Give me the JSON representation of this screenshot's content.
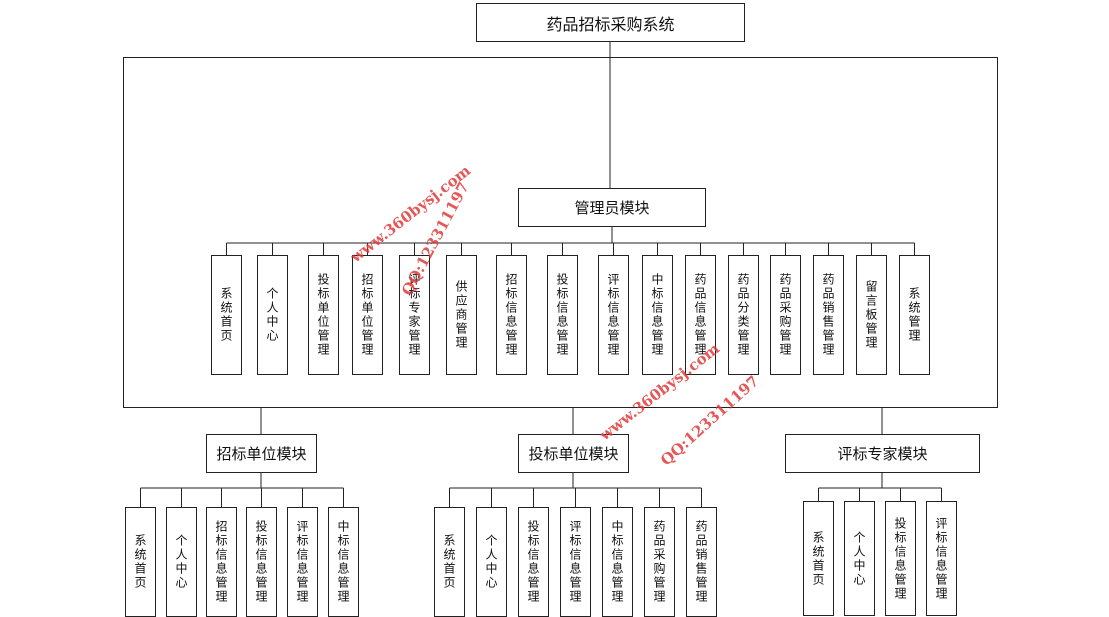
{
  "title": "药品招标采购系统",
  "admin": {
    "label": "管理员模块",
    "items": [
      "系统首页",
      "个人中心",
      "投标单位管理",
      "招标单位管理",
      "评标专家管理",
      "供应商管理",
      "招标信息管理",
      "投标信息管理",
      "评标信息管理",
      "中标信息管理",
      "药品信息管理",
      "药品分类管理",
      "药品采购管理",
      "药品销售管理",
      "留言板管理",
      "系统管理"
    ]
  },
  "modules": [
    {
      "label": "招标单位模块",
      "items": [
        "系统首页",
        "个人中心",
        "招标信息管理",
        "投标信息管理",
        "评标信息管理",
        "中标信息管理"
      ]
    },
    {
      "label": "投标单位模块",
      "items": [
        "系统首页",
        "个人中心",
        "投标信息管理",
        "评标信息管理",
        "中标信息管理",
        "药品采购管理",
        "药品销售管理"
      ]
    },
    {
      "label": "评标专家模块",
      "items": [
        "系统首页",
        "个人中心",
        "投标信息管理",
        "评标信息管理"
      ]
    }
  ],
  "watermarks": [
    "www.360bysj.com",
    "QQ:123311197",
    "www.360bysj.com",
    "QQ:123311197"
  ]
}
